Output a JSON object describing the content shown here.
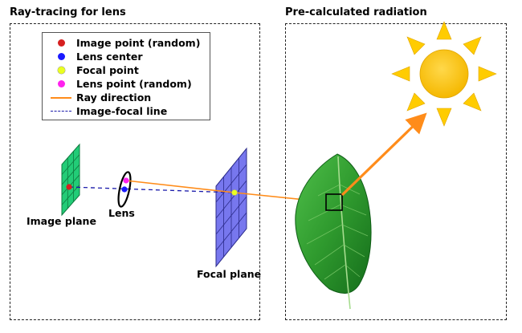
{
  "left_panel": {
    "title": "Ray-tracing for lens",
    "legend": [
      {
        "label": "Image point (random)",
        "symbol": "dot",
        "color": "#d62020"
      },
      {
        "label": "Lens center",
        "symbol": "dot",
        "color": "#1a1aff"
      },
      {
        "label": "Focal point",
        "symbol": "dot",
        "color": "#eaff20"
      },
      {
        "label": "Lens point (random)",
        "symbol": "dot",
        "color": "#ff22ee"
      },
      {
        "label": "Ray direction",
        "symbol": "solid-line",
        "color": "#ff8c1a"
      },
      {
        "label": "Image-focal line",
        "symbol": "dashed-line",
        "color": "#1a1aaa"
      }
    ],
    "labels": {
      "image_plane": "Image plane",
      "lens": "Lens",
      "focal_plane": "Focal plane"
    }
  },
  "right_panel": {
    "title": "Pre-calculated radiation",
    "icons": [
      "leaf-icon",
      "sun-icon"
    ]
  },
  "colors": {
    "image_plane": "#22cc77",
    "focal_plane": "#7777ee",
    "ray": "#ff8c1a",
    "sun": "#ffcc00"
  }
}
